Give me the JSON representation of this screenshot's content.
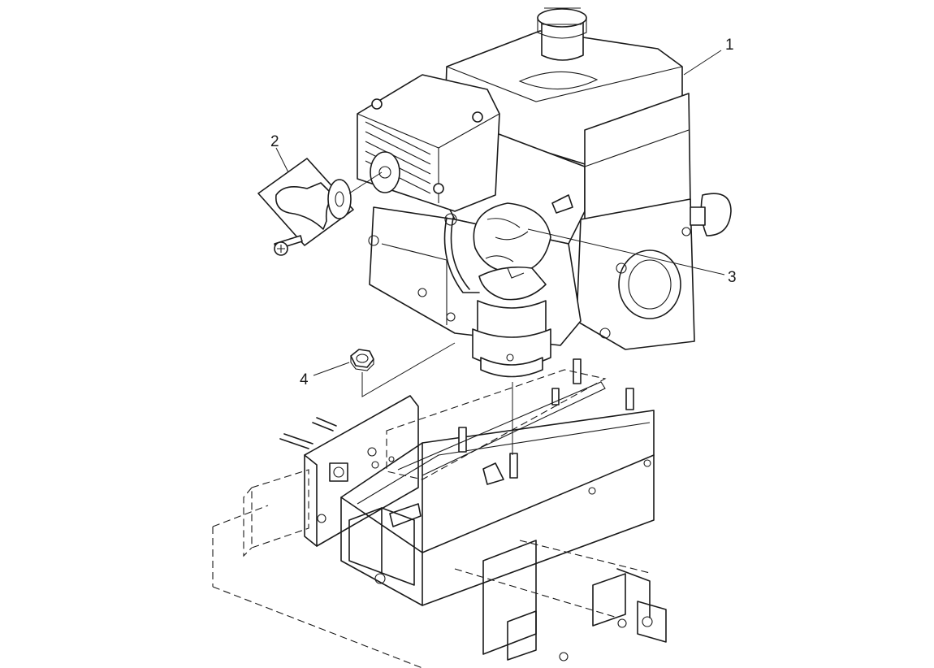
{
  "diagram": {
    "callouts": [
      {
        "id": "engine",
        "label": "1"
      },
      {
        "id": "exhaust-elbow",
        "label": "2"
      },
      {
        "id": "carburetor-cover",
        "label": "3"
      },
      {
        "id": "flange-nut",
        "label": "4"
      }
    ]
  }
}
